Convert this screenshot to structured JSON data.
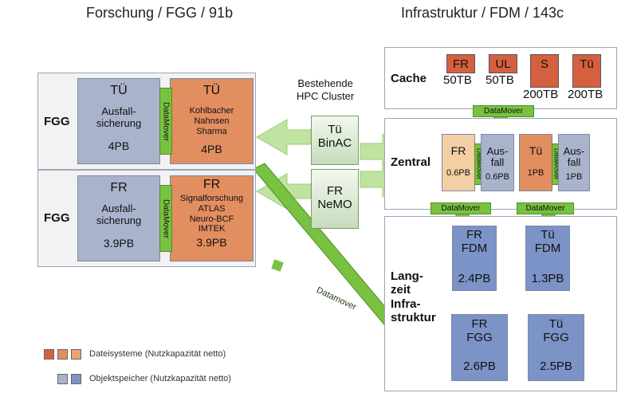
{
  "headings": {
    "left": "Forschung / FGG / 91b",
    "right": "Infrastruktur / FDM / 143c"
  },
  "fgg_label": "FGG",
  "tu_fgg": {
    "backup": {
      "site": "TÜ",
      "label": "Ausfall-\nsicherung",
      "capacity": "4PB"
    },
    "primary": {
      "site": "TÜ",
      "groups": "Kohlbacher\nNahnsen\nSharma",
      "capacity": "4PB"
    }
  },
  "fr_fgg": {
    "backup": {
      "site": "FR",
      "label": "Ausfall-\nsicherung",
      "capacity": "3.9PB"
    },
    "primary": {
      "site": "FR",
      "groups": "Signalforschung\nATLAS\nNeuro-BCF\nIMTEK",
      "capacity": "3.9PB"
    }
  },
  "datamover": "DataMover",
  "datamover_diagonal": "Datamover",
  "hpc": {
    "caption": "Bestehende\nHPC Cluster",
    "binac": "Tü\nBinAC",
    "nemo": "FR\nNeMO"
  },
  "cache": {
    "label": "Cache",
    "items": [
      {
        "site": "FR",
        "capacity": "50TB"
      },
      {
        "site": "UL",
        "capacity": "50TB"
      },
      {
        "site": "S",
        "capacity": "200TB"
      },
      {
        "site": "Tü",
        "capacity": "200TB"
      }
    ]
  },
  "zentral": {
    "label": "Zentral",
    "fr": {
      "site": "FR",
      "capacity": "0.6PB"
    },
    "fr_backup": {
      "label": "Aus-\nfall",
      "capacity": "0.6PB"
    },
    "tu": {
      "site": "Tü",
      "capacity": "1PB"
    },
    "tu_backup": {
      "label": "Aus-\nfall",
      "capacity": "1PB"
    }
  },
  "langzeit": {
    "label": "Lang-\nzeit\nInfra-\nstruktur",
    "fr_fdm": {
      "name": "FR\nFDM",
      "capacity": "2.4PB"
    },
    "tu_fdm": {
      "name": "Tü\nFDM",
      "capacity": "1.3PB"
    },
    "fr_fgg": {
      "name": "FR\nFGG",
      "capacity": "2.6PB"
    },
    "tu_fgg": {
      "name": "Tü\nFGG",
      "capacity": "2.5PB"
    }
  },
  "legend": {
    "filesystems": "Dateisysteme (Nutzkapazität netto)",
    "objectstore": "Objektspeicher (Nutzkapazität netto)"
  },
  "colors": {
    "orange": "#e38e60",
    "red": "#d5603f",
    "peach": "#f4cfa3",
    "gray": "#a9b3cc",
    "blue": "#7c93c7",
    "green": "#79c141"
  }
}
